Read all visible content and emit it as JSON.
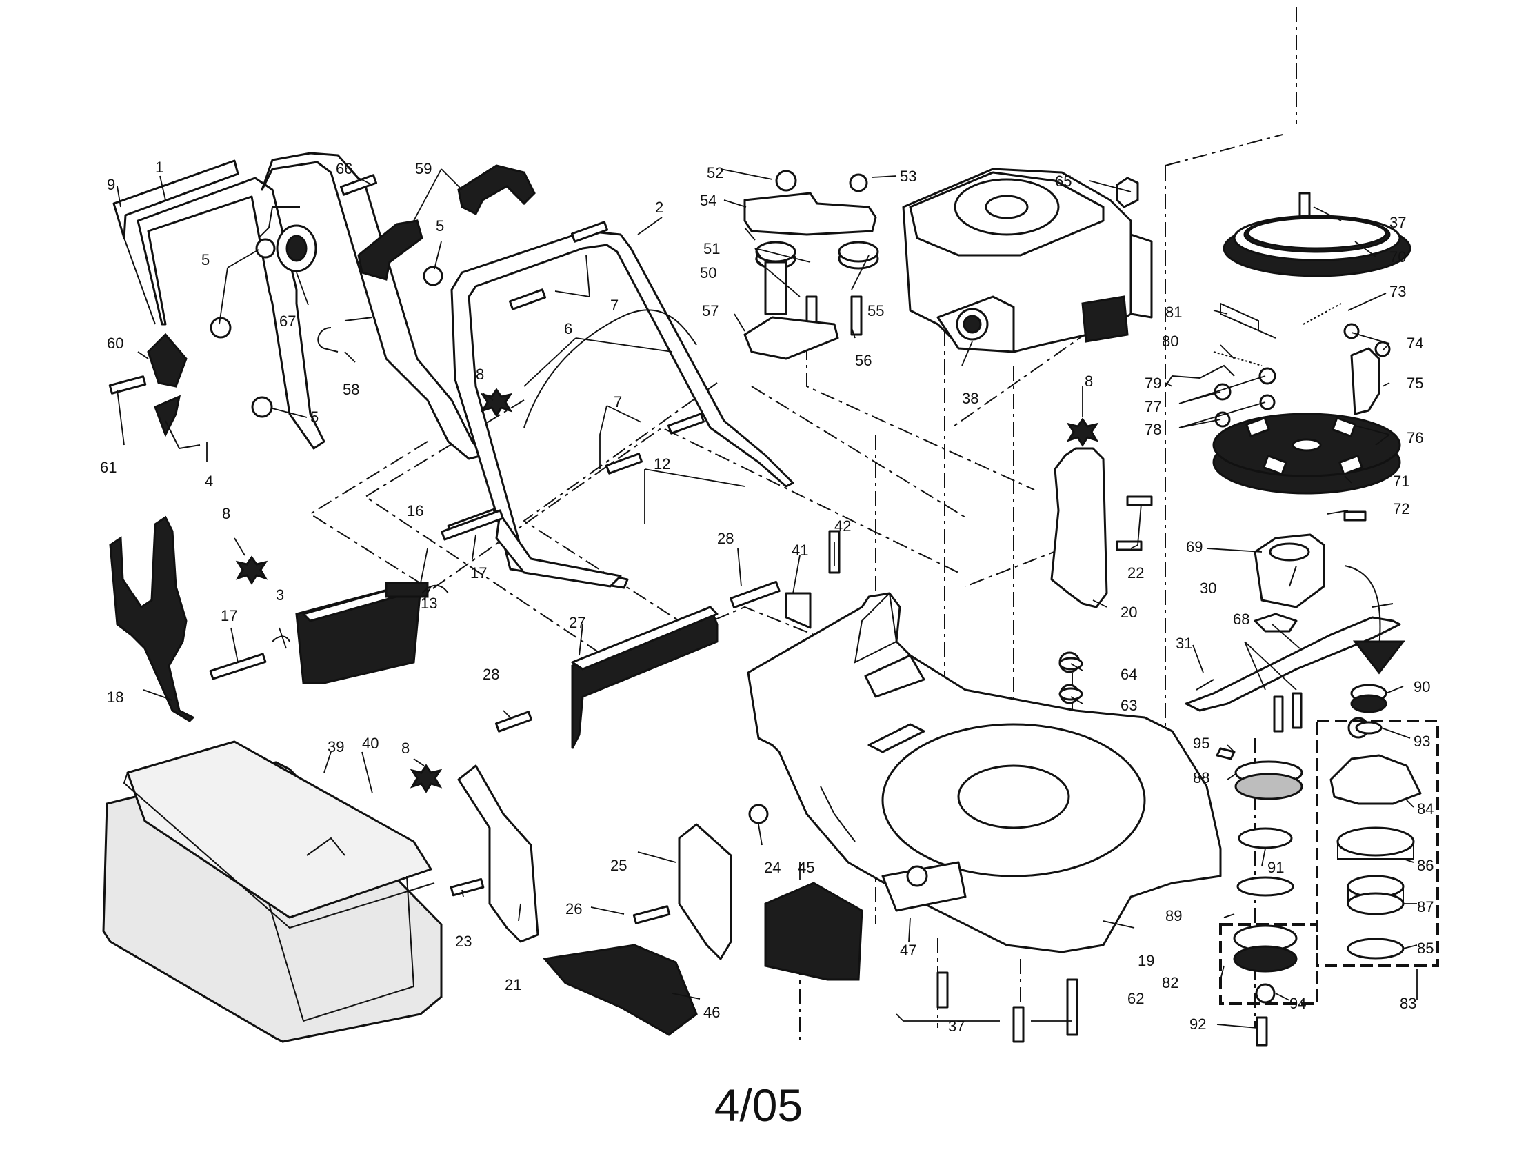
{
  "page_code": "4/05",
  "callouts": [
    "1",
    "2",
    "3",
    "4",
    "5",
    "6",
    "7",
    "8",
    "9",
    "12",
    "13",
    "16",
    "17",
    "18",
    "19",
    "20",
    "21",
    "22",
    "23",
    "24",
    "25",
    "26",
    "27",
    "28",
    "30",
    "31",
    "37",
    "38",
    "39",
    "40",
    "41",
    "42",
    "45",
    "46",
    "47",
    "50",
    "51",
    "52",
    "53",
    "54",
    "55",
    "56",
    "57",
    "58",
    "59",
    "60",
    "61",
    "62",
    "63",
    "64",
    "65",
    "66",
    "67",
    "68",
    "69",
    "70",
    "71",
    "72",
    "73",
    "74",
    "75",
    "76",
    "77",
    "78",
    "79",
    "80",
    "81",
    "82",
    "83",
    "84",
    "85",
    "86",
    "87",
    "88",
    "89",
    "90",
    "91",
    "92",
    "93",
    "94",
    "95"
  ]
}
